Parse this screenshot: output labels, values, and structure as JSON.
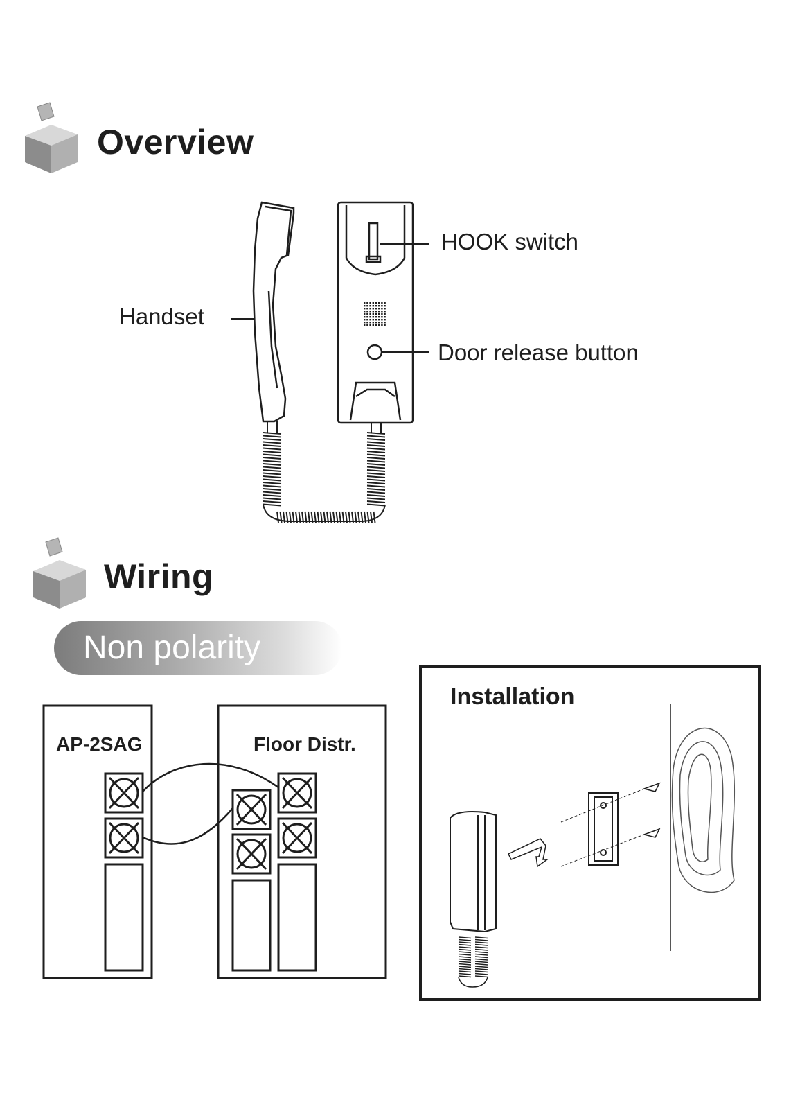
{
  "overview": {
    "title": "Overview",
    "labels": {
      "hook_switch": "HOOK switch",
      "handset": "Handset",
      "door_release": "Door release button"
    }
  },
  "wiring": {
    "title": "Wiring",
    "badge": "Non polarity",
    "left_panel_label": "AP-2SAG",
    "right_panel_label": "Floor Distr."
  },
  "installation": {
    "title": "Installation"
  },
  "icons": [
    "cube-icon"
  ],
  "colors": {
    "text": "#1e1e1e",
    "badge_gradient_start": "#7c7c7c",
    "badge_text": "#ffffff"
  }
}
